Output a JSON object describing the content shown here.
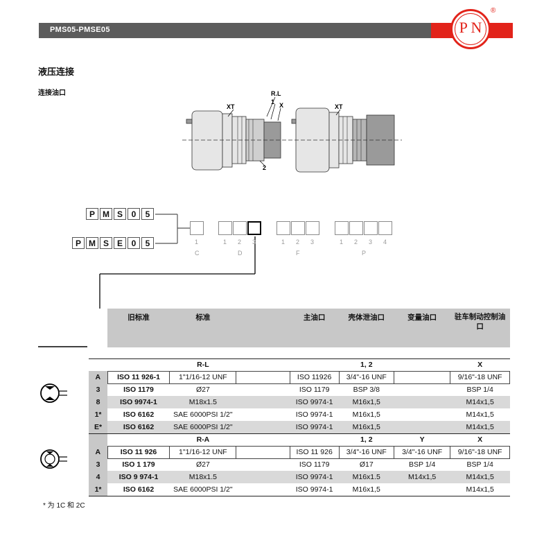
{
  "header": {
    "code": "PMS05-PMSE05",
    "logo": "P N",
    "registered": "®"
  },
  "title": "液压连接",
  "subtitle": "连接油口",
  "diagram": {
    "labels": [
      "XT",
      "R.L",
      "1",
      "X",
      "2",
      "XT"
    ]
  },
  "codes": {
    "row1": [
      "P",
      "M",
      "S",
      "0",
      "5"
    ],
    "row2": [
      "P",
      "M",
      "S",
      "E",
      "0",
      "5"
    ],
    "groups": [
      {
        "letter": "C",
        "nums": [
          "1"
        ]
      },
      {
        "letter": "D",
        "nums": [
          "1",
          "2",
          "3"
        ]
      },
      {
        "letter": "F",
        "nums": [
          "1",
          "2",
          "3"
        ]
      },
      {
        "letter": "P",
        "nums": [
          "1",
          "2",
          "3",
          "4"
        ]
      }
    ]
  },
  "table": {
    "headers": [
      "旧标准",
      "标准",
      "主油口",
      "壳体泄油口",
      "变量油口",
      "驻车制动控制油口"
    ],
    "section1": {
      "labels": {
        "std": "R-L",
        "drain": "1, 2",
        "park": "X"
      },
      "rows": [
        {
          "code": "A",
          "old": "ISO 11 926-1",
          "std": "1\"1/16-12 UNF",
          "main": "ISO 11926",
          "drain": "3/4\"-16 UNF",
          "var": "",
          "park": "9/16\"-18 UNF"
        },
        {
          "code": "3",
          "old": "ISO 1179",
          "std": "Ø27",
          "main": "ISO 1179",
          "drain": "BSP 3/8",
          "var": "",
          "park": "BSP 1/4"
        },
        {
          "code": "8",
          "old": "ISO 9974-1",
          "std": "M18x1.5",
          "main": "ISO 9974-1",
          "drain": "M16x1,5",
          "var": "",
          "park": "M14x1,5"
        },
        {
          "code": "1*",
          "old": "ISO 6162",
          "std": "SAE 6000PSI 1/2\"",
          "main": "ISO 9974-1",
          "drain": "M16x1,5",
          "var": "",
          "park": "M14x1,5"
        },
        {
          "code": "E*",
          "old": "ISO 6162",
          "std": "SAE 6000PSI 1/2\"",
          "main": "ISO 9974-1",
          "drain": "M16x1,5",
          "var": "",
          "park": "M14x1,5"
        }
      ]
    },
    "section2": {
      "labels": {
        "std": "R-A",
        "drain": "1, 2",
        "var": "Y",
        "park": "X"
      },
      "rows": [
        {
          "code": "A",
          "old": "ISO 11 926",
          "std": "1\"1/16-12 UNF",
          "main": "ISO 11 926",
          "drain": "3/4\"-16 UNF",
          "var": "3/4\"-16 UNF",
          "park": "9/16\"-18 UNF"
        },
        {
          "code": "3",
          "old": "ISO 1 179",
          "std": "Ø27",
          "main": "ISO 1179",
          "drain": "Ø17",
          "var": "BSP 1/4",
          "park": "BSP 1/4"
        },
        {
          "code": "4",
          "old": "ISO 9 974-1",
          "std": "M18x1.5",
          "main": "ISO 9974-1",
          "drain": "M16x1.5",
          "var": "M14x1,5",
          "park": "M14x1,5"
        },
        {
          "code": "1*",
          "old": "ISO 6162",
          "std": "SAE 6000PSI 1/2\"",
          "main": "ISO 9974-1",
          "drain": "M16x1,5",
          "var": "",
          "park": "M14x1,5"
        }
      ]
    }
  },
  "footnote": "* 为 1C 和 2C"
}
